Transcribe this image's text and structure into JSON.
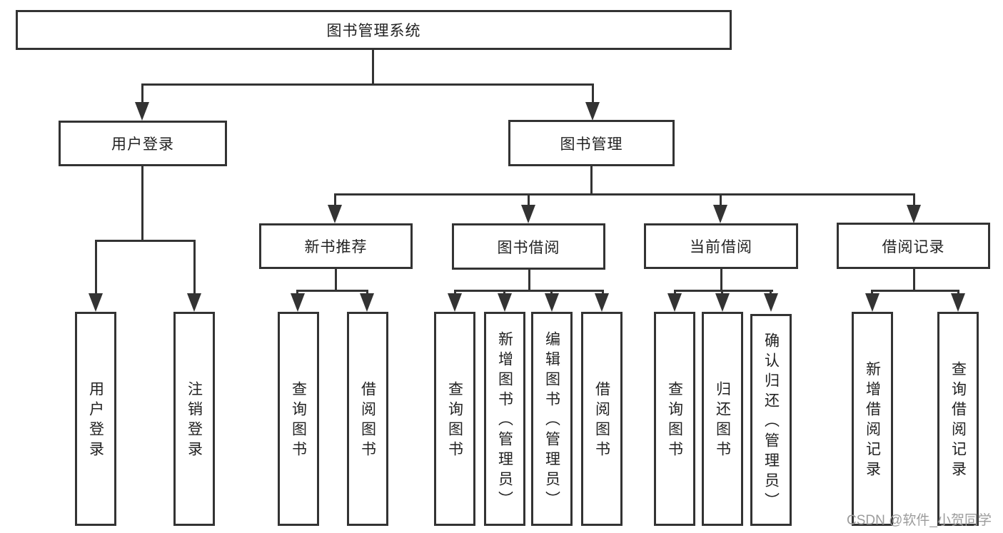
{
  "diagram": {
    "type": "hierarchy-tree",
    "line_color": "#333333",
    "background_color": "#ffffff",
    "watermark_color": "#9c9c9c"
  },
  "tree": {
    "root": {
      "label": "图书管理系统",
      "children": [
        {
          "label": "用户登录",
          "children": [
            {
              "label": "用户登录"
            },
            {
              "label": "注销登录"
            }
          ]
        },
        {
          "label": "图书管理",
          "children": [
            {
              "label": "新书推荐",
              "children": [
                {
                  "label": "查询图书"
                },
                {
                  "label": "借阅图书"
                }
              ]
            },
            {
              "label": "图书借阅",
              "children": [
                {
                  "label": "查询图书"
                },
                {
                  "label": "新增图书（管理员）"
                },
                {
                  "label": "编辑图书（管理员）"
                },
                {
                  "label": "借阅图书"
                }
              ]
            },
            {
              "label": "当前借阅",
              "children": [
                {
                  "label": "查询图书"
                },
                {
                  "label": "归还图书"
                },
                {
                  "label": "确认归还（管理员）"
                }
              ]
            },
            {
              "label": "借阅记录",
              "children": [
                {
                  "label": "新增借阅记录"
                },
                {
                  "label": "查询借阅记录"
                }
              ]
            }
          ]
        }
      ]
    }
  },
  "watermark": {
    "text": "CSDN @软件_小贺同学"
  }
}
